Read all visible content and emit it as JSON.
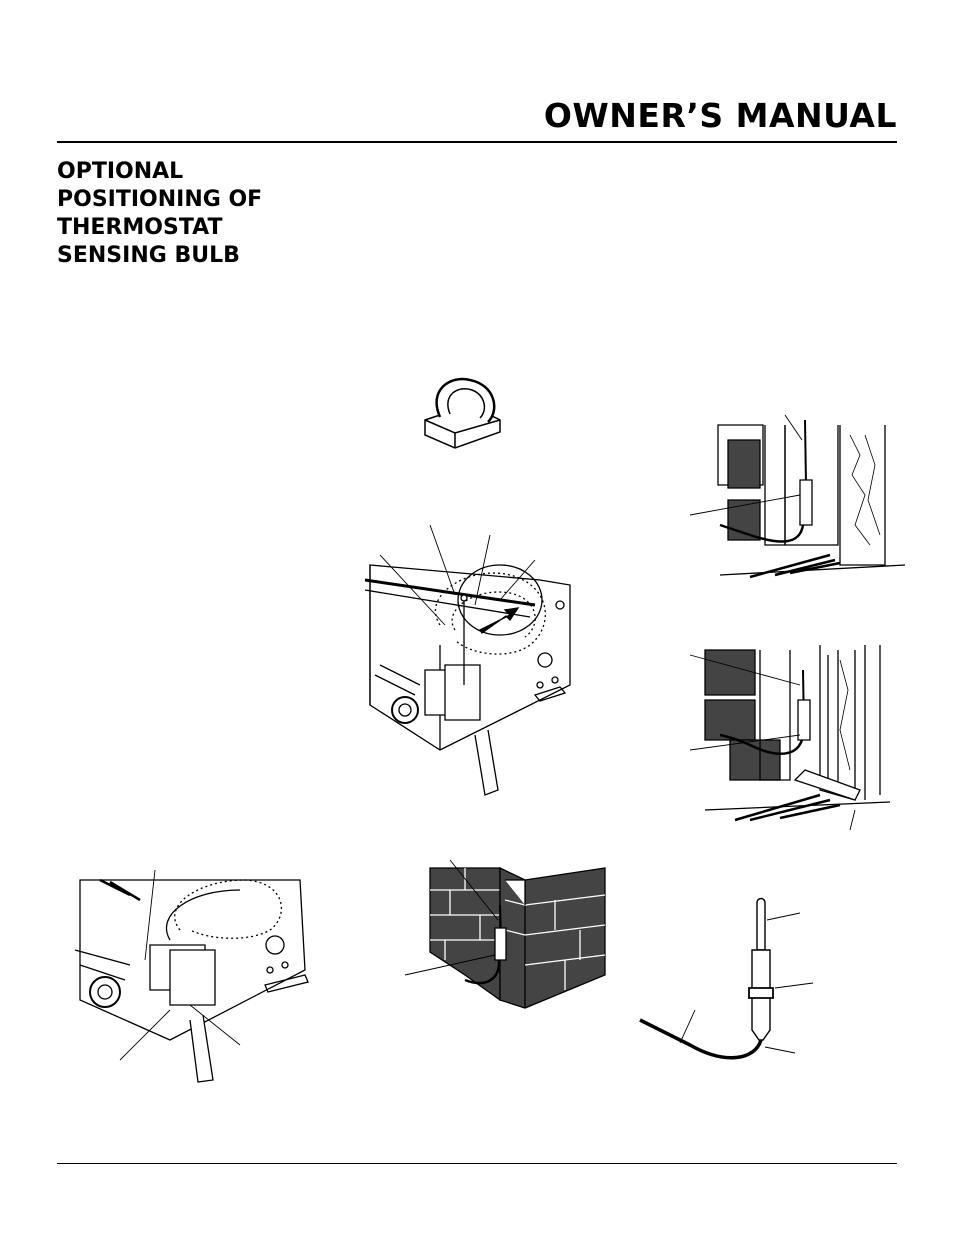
{
  "header": {
    "title": "OWNER’S MANUAL"
  },
  "section": {
    "heading_lines": [
      "OPTIONAL",
      "POSITIONING OF",
      "THERMOSTAT",
      "SENSING BULB"
    ]
  },
  "figures": [
    {
      "id": "mounting-clip"
    },
    {
      "id": "burner-assembly-with-clip"
    },
    {
      "id": "bulb-on-firebox-wall"
    },
    {
      "id": "bulb-on-firebox-wall-with-door"
    },
    {
      "id": "burner-assembly-valve"
    },
    {
      "id": "bulb-on-brick-corner"
    },
    {
      "id": "sensing-bulb-detail"
    }
  ]
}
